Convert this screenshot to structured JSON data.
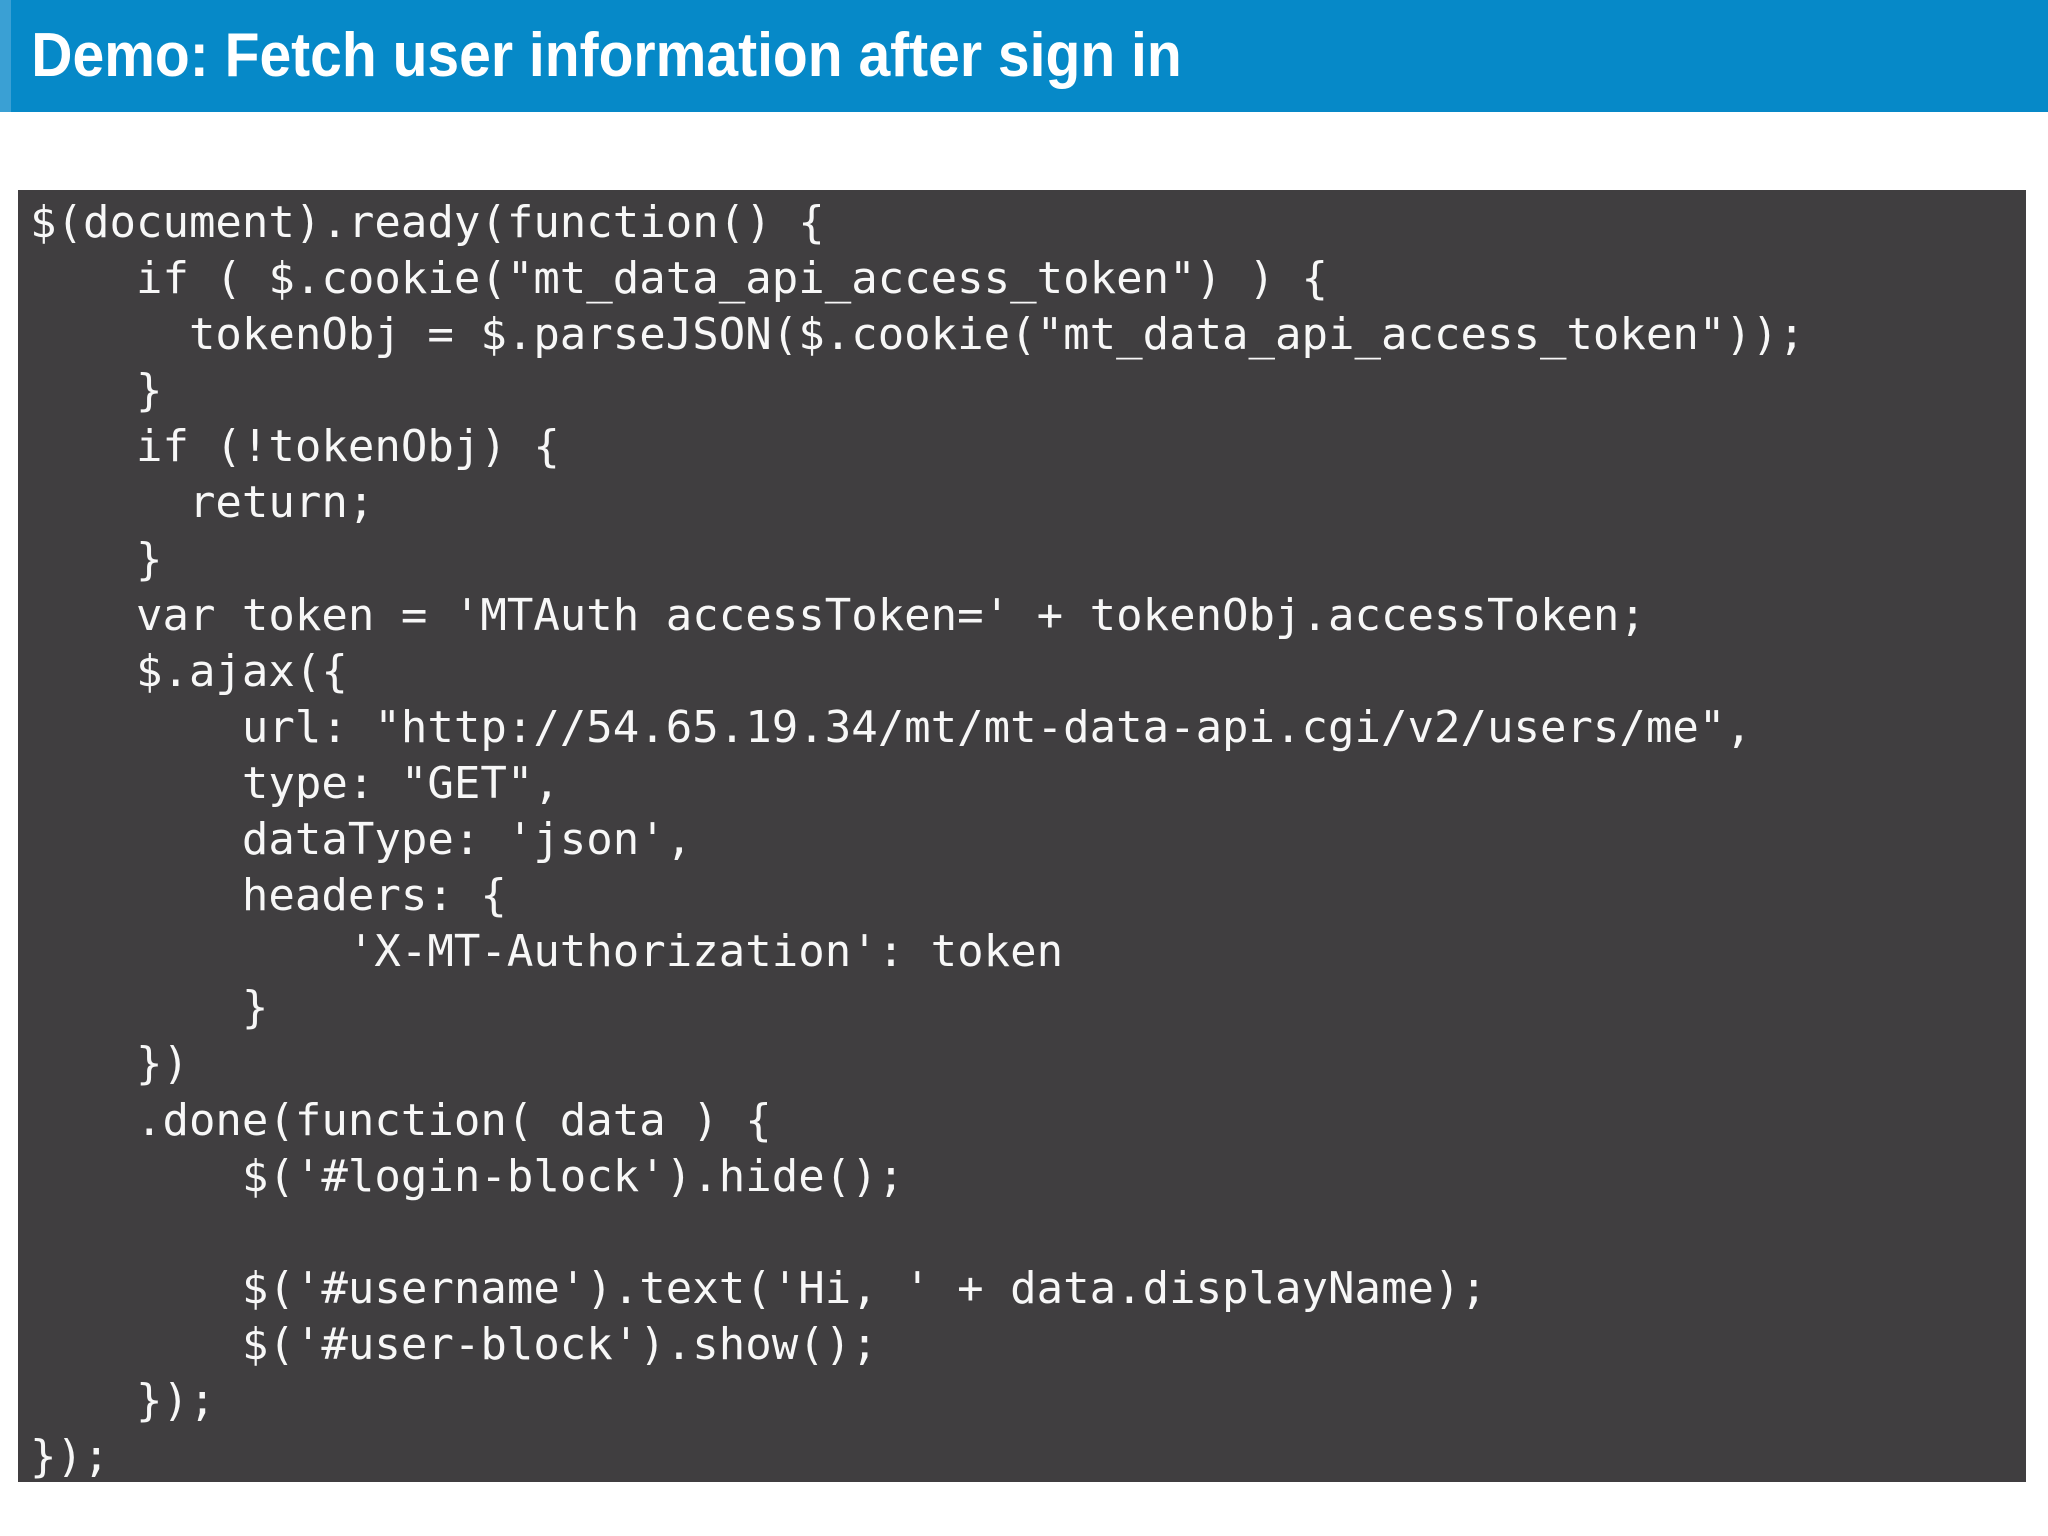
{
  "slide": {
    "title": "Demo: Fetch user information after sign in"
  },
  "colors": {
    "header_bg": "#0689c8",
    "header_accent": "#3aa0d4",
    "code_bg": "#403e40",
    "code_text": "#f7f7f7",
    "title_text": "#ffffff",
    "page_bg": "#ffffff"
  },
  "code": {
    "language": "javascript",
    "lines": [
      "$(document).ready(function() {",
      "    if ( $.cookie(\"mt_data_api_access_token\") ) {",
      "      tokenObj = $.parseJSON($.cookie(\"mt_data_api_access_token\"));",
      "    }",
      "    if (!tokenObj) {",
      "      return;",
      "    }",
      "    var token = 'MTAuth accessToken=' + tokenObj.accessToken;",
      "    $.ajax({",
      "        url: \"http://54.65.19.34/mt/mt-data-api.cgi/v2/users/me\",",
      "        type: \"GET\",",
      "        dataType: 'json',",
      "        headers: {",
      "            'X-MT-Authorization': token",
      "        }",
      "    })",
      "    .done(function( data ) {",
      "        $('#login-block').hide();",
      "",
      "        $('#username').text('Hi, ' + data.displayName);",
      "        $('#user-block').show();",
      "    });",
      "});"
    ]
  }
}
